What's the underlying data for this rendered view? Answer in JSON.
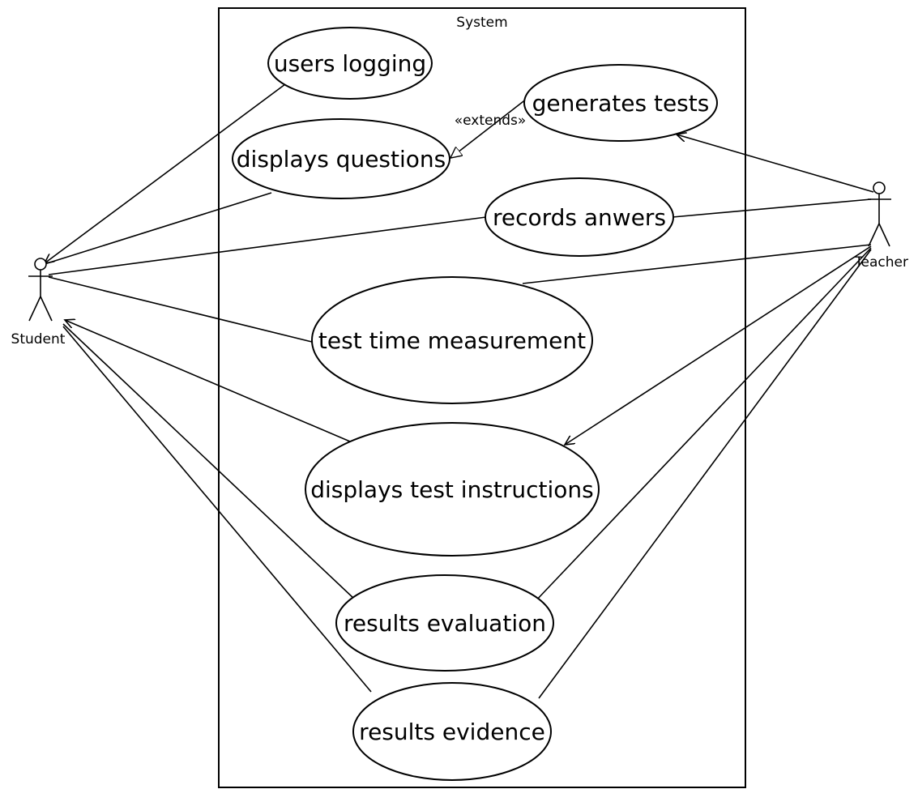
{
  "system": {
    "label": "System"
  },
  "actors": {
    "student": {
      "label": "Student"
    },
    "teacher": {
      "label": "Teacher"
    }
  },
  "use_cases": {
    "users_logging": "users logging",
    "generates_tests": "generates tests",
    "displays_questions": "displays questions",
    "records_answers": "records anwers",
    "test_time": "test time measurement",
    "test_instructions": "displays test instructions",
    "results_evaluation": "results evaluation",
    "results_evidence": "results evidence"
  },
  "relations": {
    "extends_label": "«extends»"
  }
}
